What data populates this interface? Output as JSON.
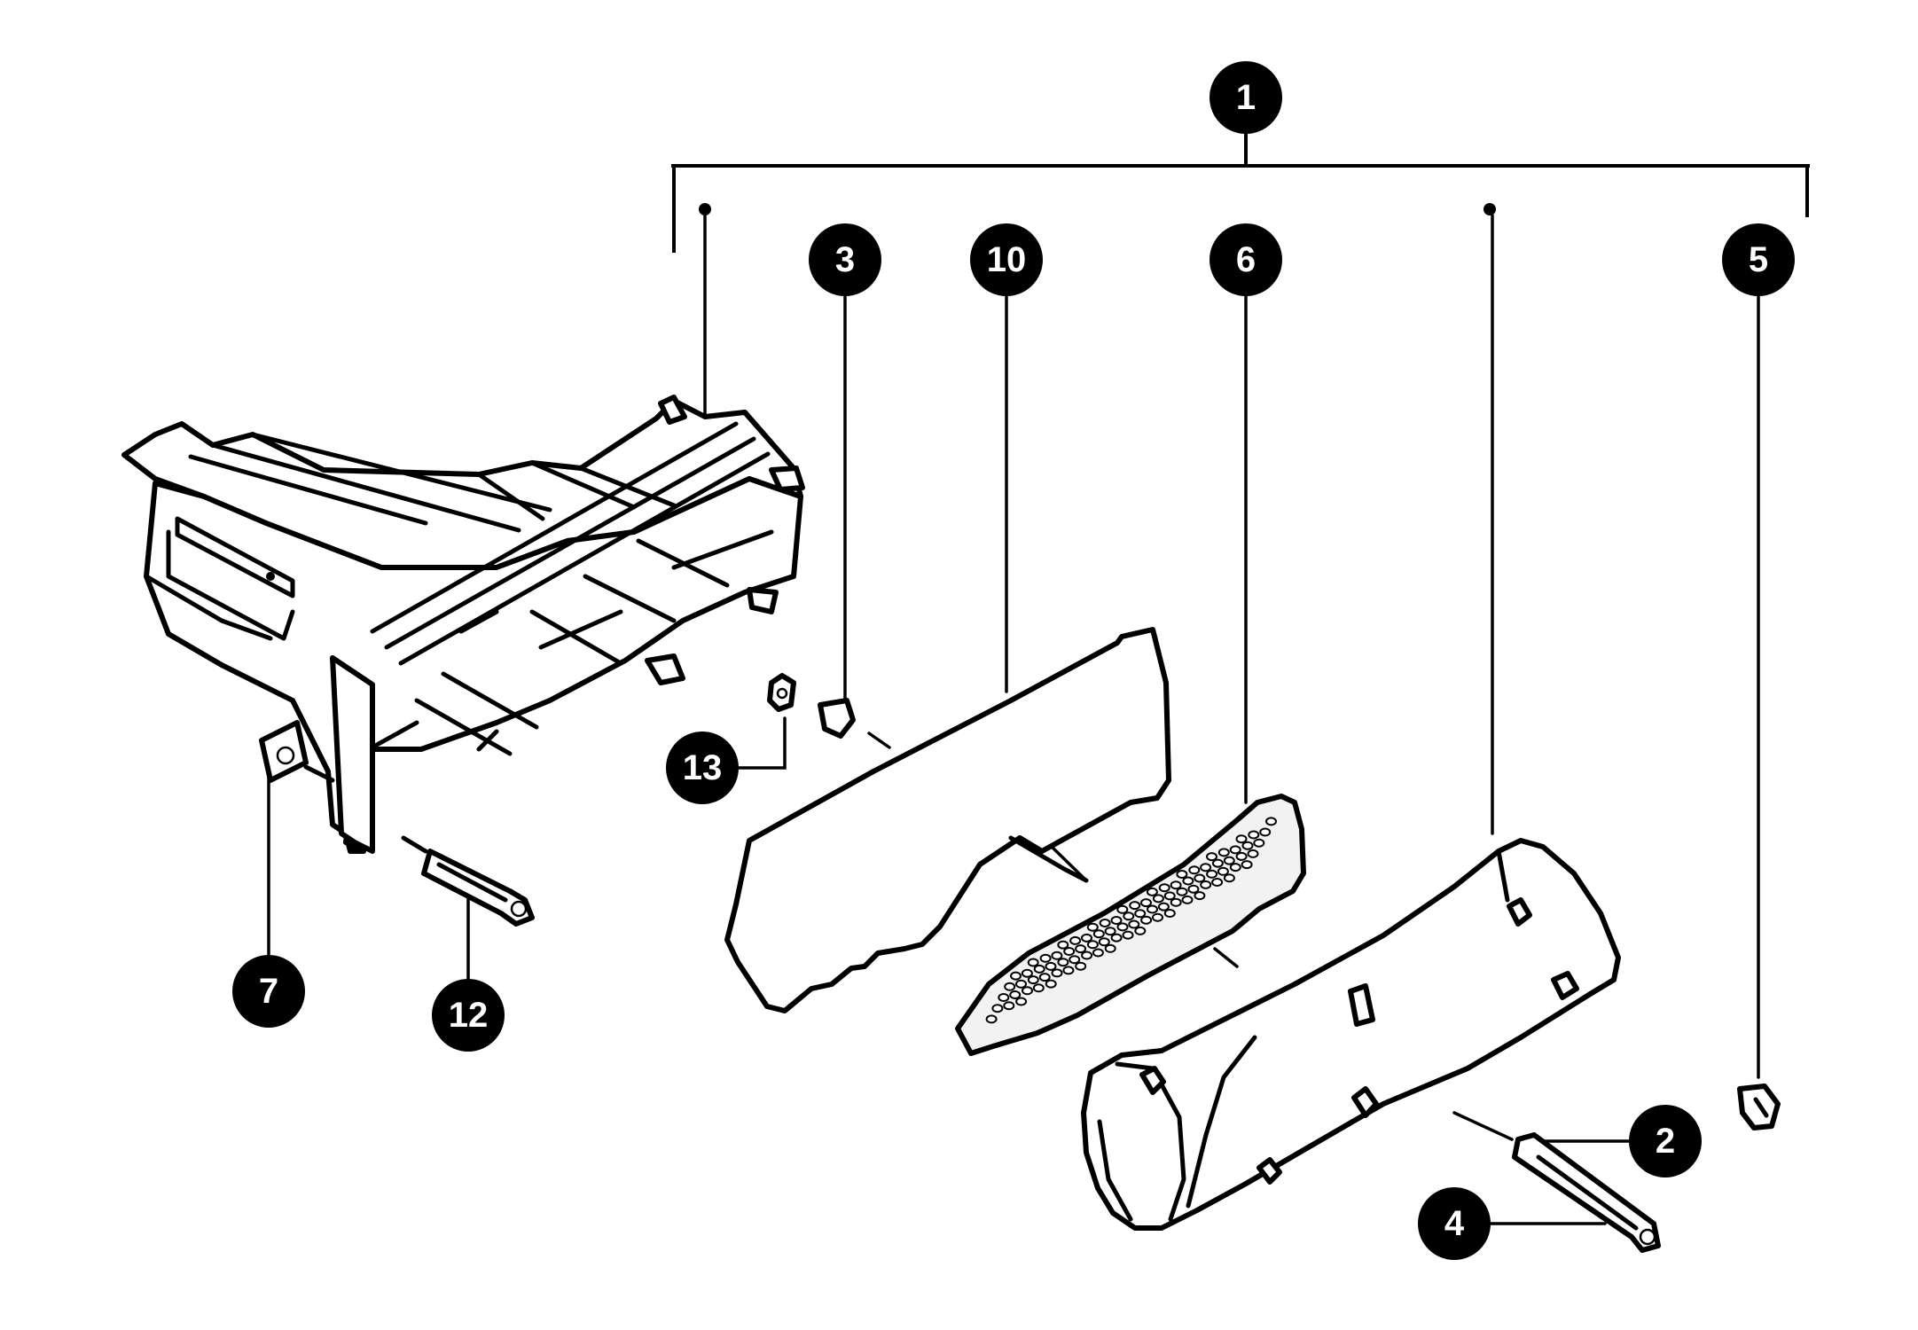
{
  "callouts": [
    {
      "id": "1",
      "label": "1"
    },
    {
      "id": "2",
      "label": "2"
    },
    {
      "id": "3",
      "label": "3"
    },
    {
      "id": "4",
      "label": "4"
    },
    {
      "id": "5",
      "label": "5"
    },
    {
      "id": "6",
      "label": "6"
    },
    {
      "id": "7",
      "label": "7"
    },
    {
      "id": "10",
      "label": "10"
    },
    {
      "id": "12",
      "label": "12"
    },
    {
      "id": "13",
      "label": "13"
    }
  ],
  "colors": {
    "ink": "#000000",
    "paper": "#ffffff"
  }
}
